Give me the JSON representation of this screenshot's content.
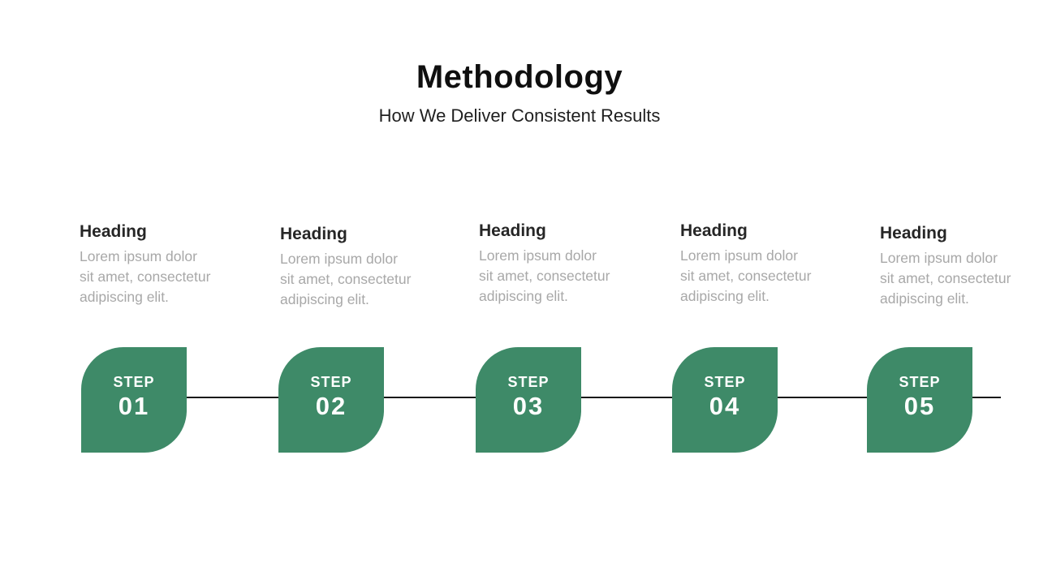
{
  "slide": {
    "title": "Methodology",
    "subtitle": "How We Deliver Consistent Results"
  },
  "steps": [
    {
      "label": "STEP",
      "number": "01",
      "heading": "Heading",
      "body_lines": [
        "Lorem ipsum dolor",
        "sit amet, consectetur",
        "adipiscing elit."
      ]
    },
    {
      "label": "STEP",
      "number": "02",
      "heading": "Heading",
      "body_lines": [
        "Lorem ipsum dolor",
        "sit amet, consectetur",
        "adipiscing elit."
      ]
    },
    {
      "label": "STEP",
      "number": "03",
      "heading": "Heading",
      "body_lines": [
        "Lorem ipsum dolor",
        "sit amet, consectetur",
        "adipiscing elit."
      ]
    },
    {
      "label": "STEP",
      "number": "04",
      "heading": "Heading",
      "body_lines": [
        "Lorem ipsum dolor",
        "sit amet, consectetur",
        "adipiscing elit."
      ]
    },
    {
      "label": "STEP",
      "number": "05",
      "heading": "Heading",
      "body_lines": [
        "Lorem ipsum dolor",
        "sit amet, consectetur",
        "adipiscing elit."
      ]
    }
  ],
  "colors": {
    "accent_green": "#3E8A68",
    "title_text": "#0F0F0F",
    "subtitle_text": "#1F1F1F",
    "heading_text": "#262626",
    "body_text": "#A8A8A8",
    "connector_line": "#1A1A1A"
  }
}
